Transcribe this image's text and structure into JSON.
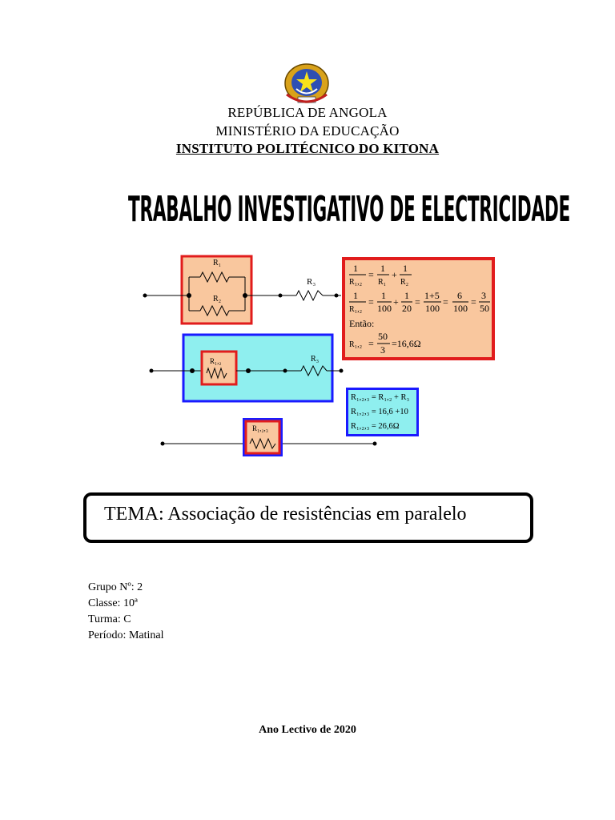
{
  "header": {
    "line1": "REPÚBLICA DE ANGOLA",
    "line2": "MINISTÉRIO DA EDUCAÇÃO",
    "line3": "INSTITUTO POLITÉCNICO  DO KITONA"
  },
  "emblem": {
    "icon": "angola-coat-of-arms-icon"
  },
  "title": "TRABALHO INVESTIGATIVO DE ELECTRICIDADE",
  "circuit": {
    "r1": "R₁",
    "r2": "R₂",
    "r3": "R₃",
    "r12": "R₁,₂",
    "r123": "R₁,₂,₃",
    "colors": {
      "red": "#e11c1c",
      "blue": "#1a1aff",
      "peach": "#f9c79e",
      "cyan": "#8fefef"
    }
  },
  "calc1": {
    "line1_lhs_num": "1",
    "line1_lhs_den": "R₁,₂",
    "eq": "=",
    "line1_a_num": "1",
    "line1_a_den": "R₁",
    "plus": "+",
    "line1_b_num": "1",
    "line1_b_den": "R₂",
    "line2_lhs_num": "1",
    "line2_lhs_den": "R₁,₂",
    "line2_a_num": "1",
    "line2_a_den": "100",
    "line2_b_num": "1",
    "line2_b_den": "20",
    "line2_c_num": "1+5",
    "line2_c_den": "100",
    "line2_d_num": "6",
    "line2_d_den": "100",
    "line2_e_num": "3",
    "line2_e_den": "50",
    "then": "Então:",
    "line3_lhs": "R₁,₂",
    "line3_num": "50",
    "line3_den": "3",
    "line3_result": "=16,6Ω"
  },
  "calc2": {
    "line1": "R₁,₂,₃ = R₁,₂ + R₃",
    "line2": "R₁,₂,₃ = 16,6 +10",
    "line3": "R₁,₂,₃ = 26,6Ω"
  },
  "tema": "TEMA: Associação de resistências em paralelo",
  "info": {
    "grupo": "Grupo Nº: 2",
    "classe": "Classe: 10ª",
    "turma": "Turma: C",
    "periodo": "Período: Matinal"
  },
  "footer": "Ano Lectivo de 2020"
}
